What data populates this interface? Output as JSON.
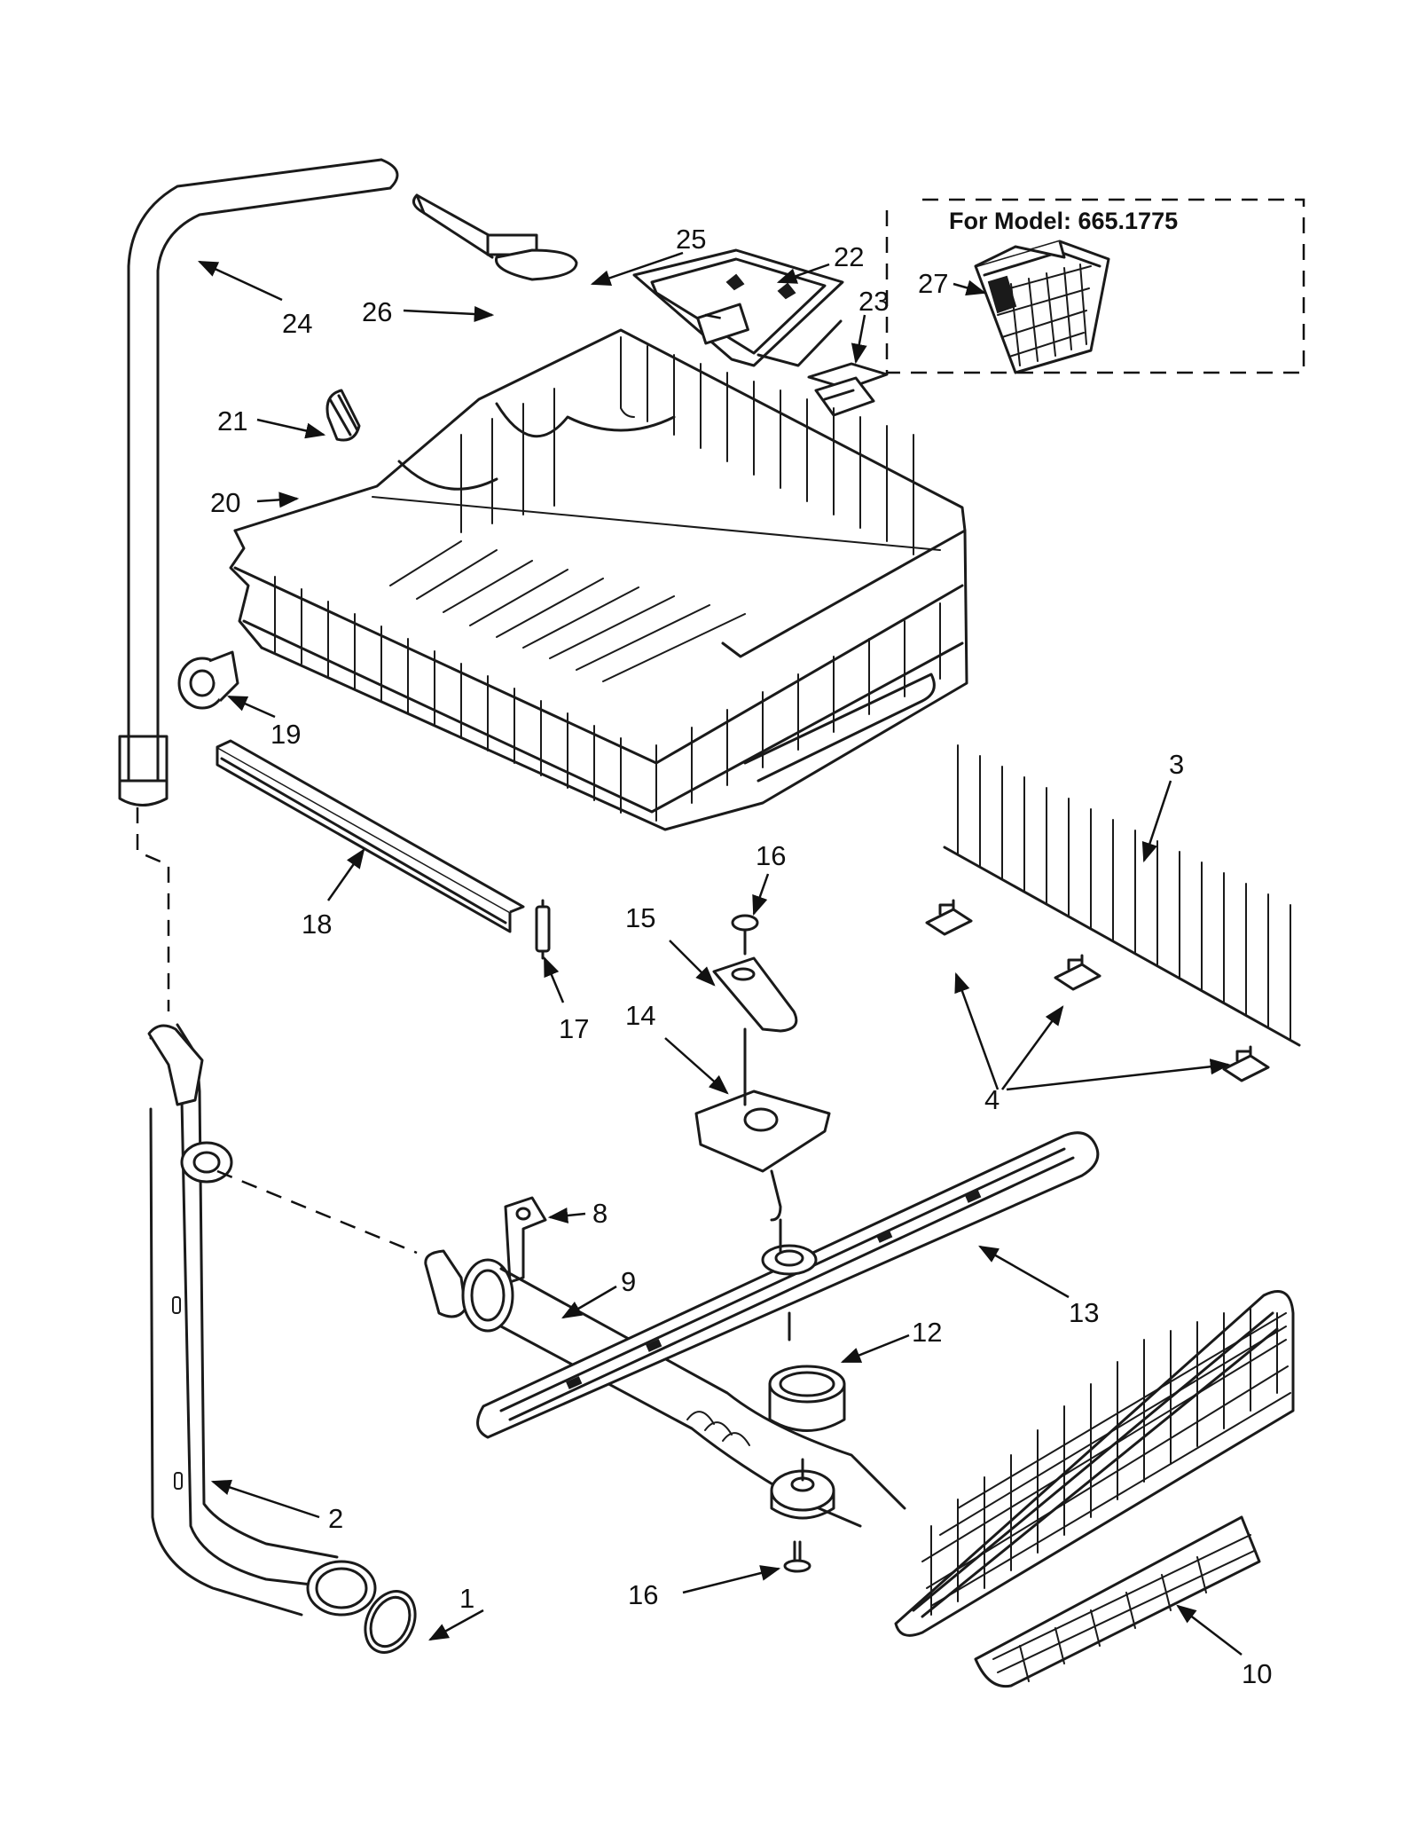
{
  "model_box": {
    "label": "For Model: 665.1775"
  },
  "callouts": {
    "c1": "1",
    "c2": "2",
    "c3": "3",
    "c4": "4",
    "c8": "8",
    "c9": "9",
    "c10": "10",
    "c12": "12",
    "c13": "13",
    "c14": "14",
    "c15": "15",
    "c16a": "16",
    "c16b": "16",
    "c17": "17",
    "c18": "18",
    "c19": "19",
    "c20": "20",
    "c21": "21",
    "c22": "22",
    "c23": "23",
    "c24": "24",
    "c25": "25",
    "c26": "26",
    "c27": "27"
  }
}
